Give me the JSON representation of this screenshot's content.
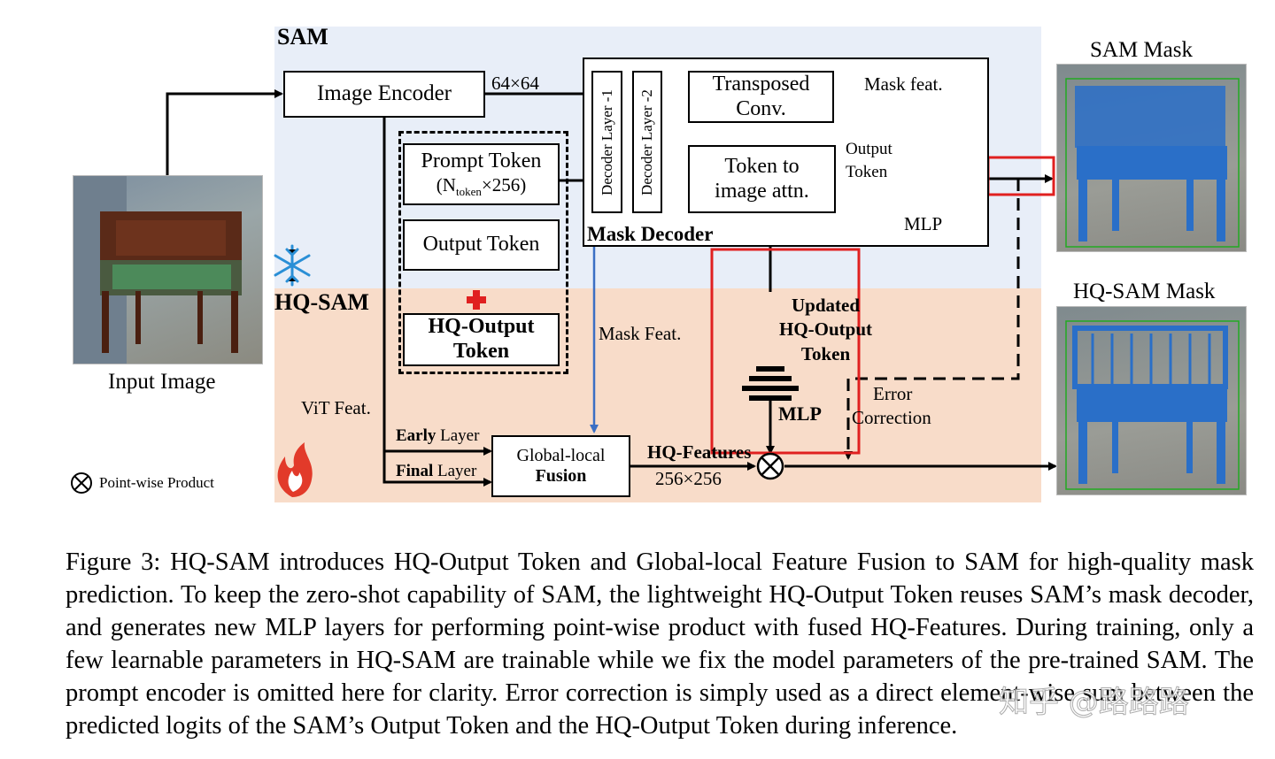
{
  "figure": {
    "sam_title": "SAM",
    "hqsam_title": "HQ-SAM",
    "input_image_label": "Input Image",
    "image_encoder_label": "Image Encoder",
    "dim_64": "64×64",
    "prompt_token_label": "Prompt Token",
    "prompt_token_shape_n": "(N",
    "prompt_token_shape_sub": "token",
    "prompt_token_shape_rest": "×256)",
    "output_token_label": "Output Token",
    "hq_output_token_line1": "HQ-Output",
    "hq_output_token_line2": "Token",
    "decoder_layer_1": "Decoder Layer -1",
    "decoder_layer_2": "Decoder Layer -2",
    "transposed_conv_line1": "Transposed",
    "transposed_conv_line2": "Conv.",
    "token_to_image_line1": "Token to",
    "token_to_image_line2": "image attn.",
    "mask_decoder_label": "Mask Decoder",
    "mask_feat_top": "Mask feat.",
    "output_token_small_line1": "Output",
    "output_token_small_line2": "Token",
    "mlp_top": "MLP",
    "sam_mask_label": "SAM Mask",
    "hqsam_mask_label": "HQ-SAM Mask",
    "mask_feat_mid": "Mask Feat.",
    "updated_line1": "Updated",
    "updated_line2": "HQ-Output",
    "updated_line3": "Token",
    "mlp_bottom": "MLP",
    "error_line1": "Error",
    "error_line2": "Correction",
    "vit_feat": "ViT Feat.",
    "early_layer_bold": "Early",
    "early_layer_rest": " Layer",
    "final_layer_bold": "Final",
    "final_layer_rest": " Layer",
    "global_local_line1": "Global-local",
    "global_local_line2": "Fusion",
    "hq_features": "HQ-Features",
    "dim_256": "256×256",
    "pointwise_legend": "Point-wise Product",
    "colors": {
      "sam_bg": "#e8eef8",
      "hqsam_bg": "#f8dcc9",
      "red_highlight": "#e02020",
      "blue_arrow": "#3b6fc4",
      "snowflake": "#2a8fd6",
      "fire": "#e23a2a",
      "plus": "#e02020",
      "mask_blue": "#2a6fc8",
      "bbox_green": "#22aa22"
    },
    "icons": [
      "snowflake-icon",
      "fire-icon",
      "plus-icon",
      "otimes-icon"
    ]
  },
  "caption": "Figure 3: HQ-SAM introduces HQ-Output Token and Global-local Feature Fusion to SAM for high-quality mask prediction. To keep the zero-shot capability of SAM, the lightweight HQ-Output Token reuses SAM’s mask decoder, and generates new MLP layers for performing point-wise product with fused HQ-Features. During training, only a few learnable parameters in HQ-SAM are trainable while we fix the model parameters of the pre-trained SAM. The prompt encoder is omitted here for clarity. Error correction is simply used as a direct element-wise sum between the predicted logits of the SAM’s Output Token and the HQ-Output Token during inference.",
  "watermark": "知乎 @路路路"
}
